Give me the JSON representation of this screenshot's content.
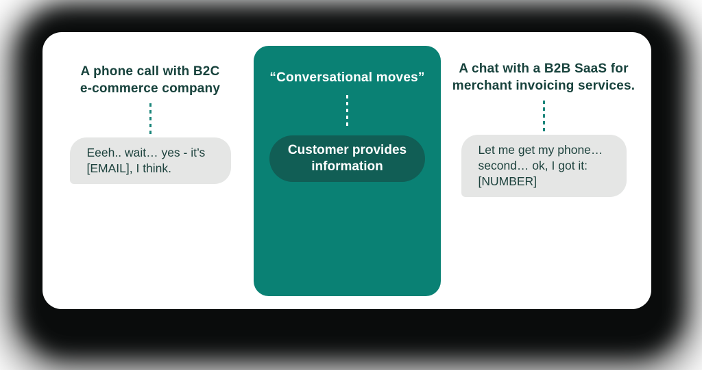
{
  "figure": {
    "left": {
      "heading_lines": [
        "A phone call with B2C",
        "e-commerce company"
      ],
      "bubble_lines": [
        "Eeeh.. wait… yes - it’s",
        "[EMAIL], I think."
      ]
    },
    "center": {
      "heading": "“Conversational moves”",
      "pill_lines": [
        "Customer provides",
        "information"
      ]
    },
    "right": {
      "heading_lines": [
        "A chat with a B2B SaaS for",
        "merchant invoicing services."
      ],
      "bubble_lines": [
        "Let me get my phone…",
        "second… ok, I got it:",
        "[NUMBER]"
      ]
    },
    "colors": {
      "panel_teal": "#0a8174",
      "pill_teal": "#115e55",
      "heading_text": "#17423c",
      "bubble_bg": "#e5e6e5",
      "bubble_text": "#1d423d",
      "dot_teal": "#1a857a",
      "dot_white": "#ffffff",
      "card_bg": "#ffffff",
      "shadow": "#0a0c0c"
    }
  }
}
